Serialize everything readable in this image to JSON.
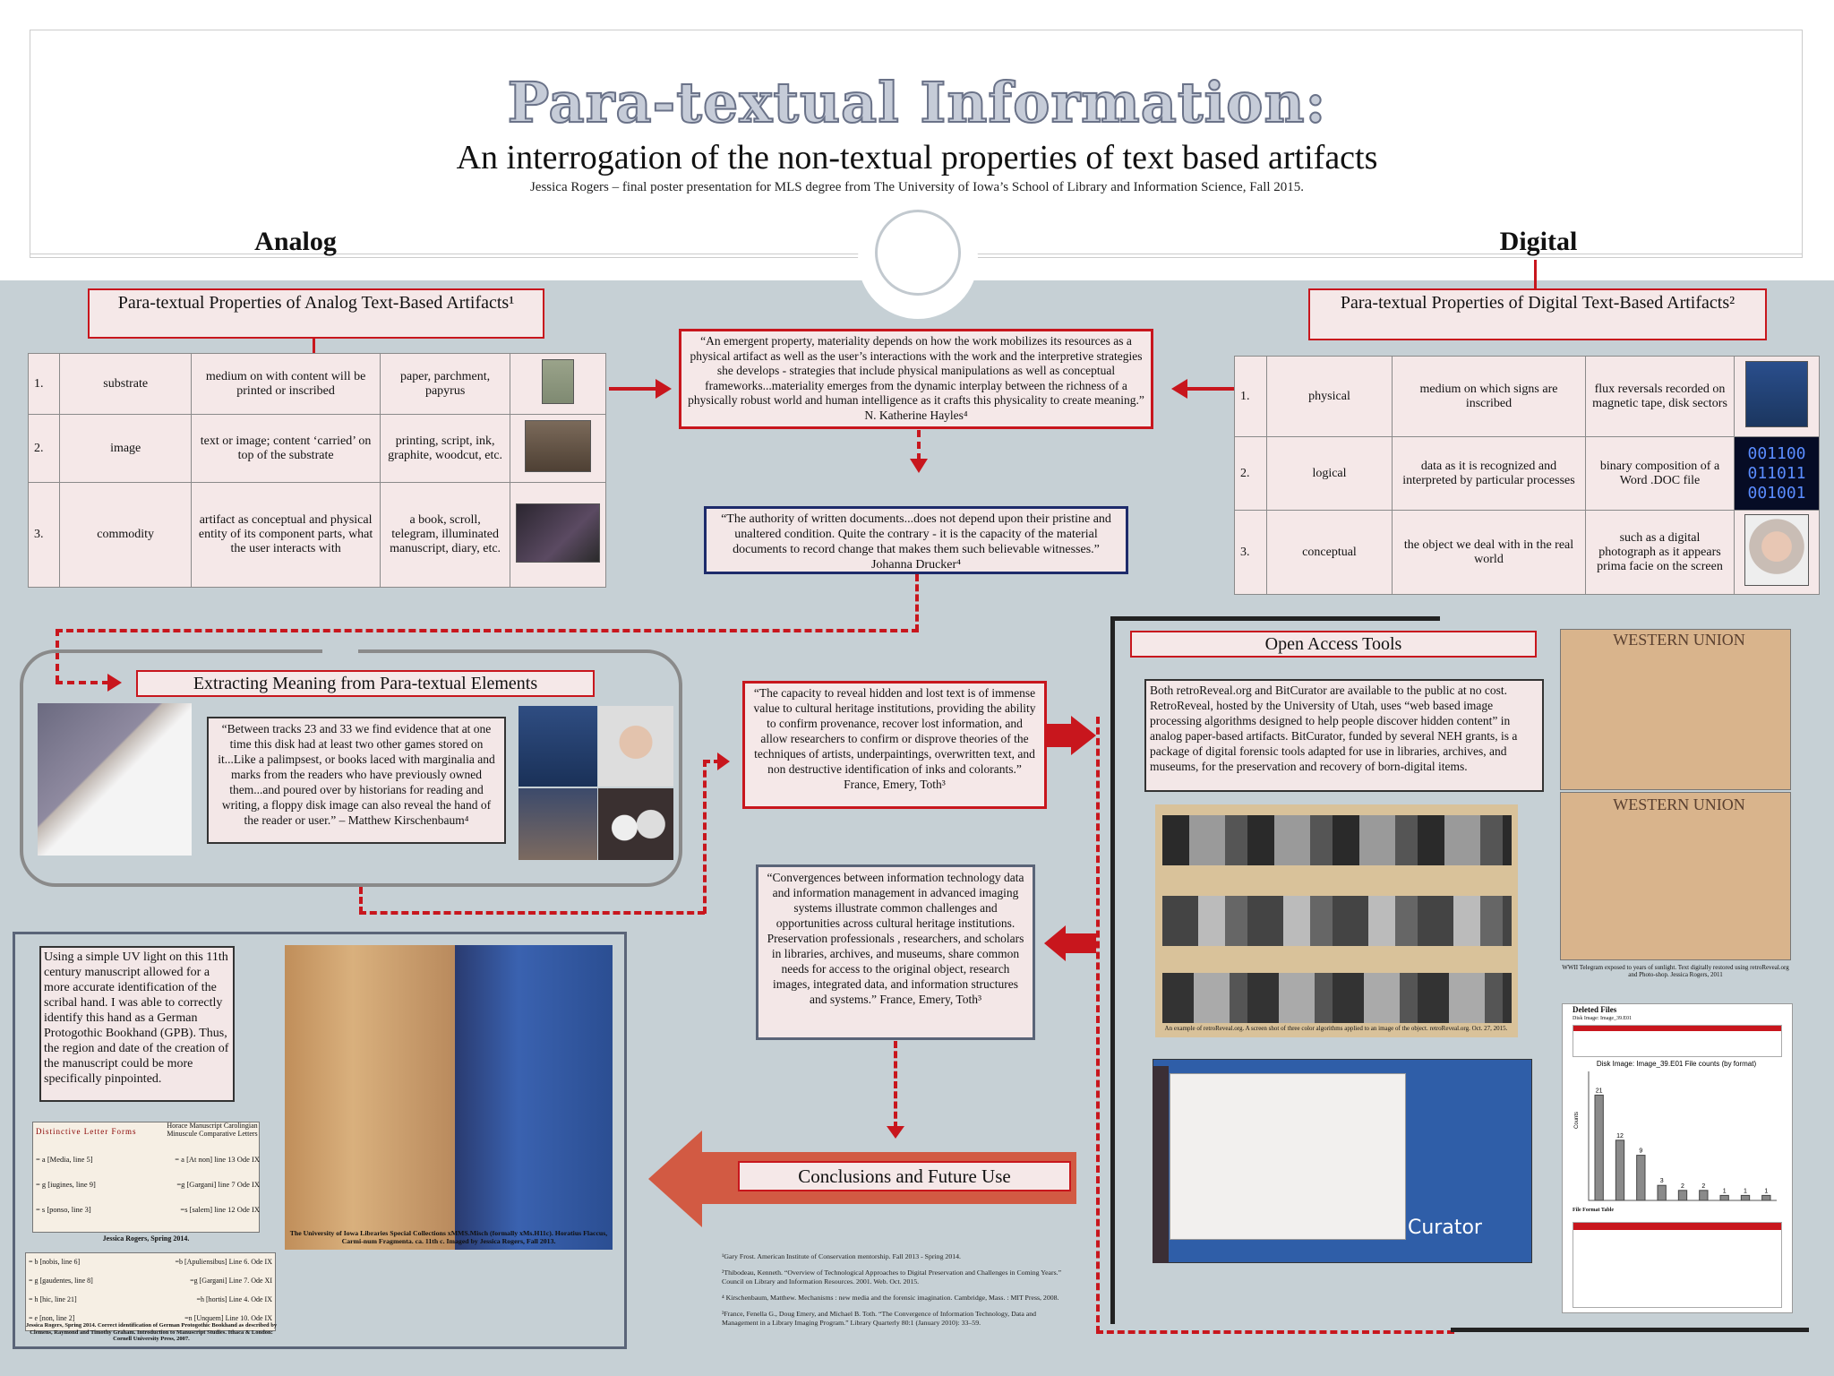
{
  "header": {
    "title": "Para-textual Information:",
    "subtitle": "An interrogation of the non-textual properties of text based artifacts",
    "byline": "Jessica Rogers – final poster presentation for MLS degree from The University of Iowa’s School of Library and Information Science, Fall 2015."
  },
  "analog": {
    "heading": "Analog",
    "box_title": "Para-textual Properties of Analog Text-Based Artifacts¹",
    "rows": [
      {
        "num": "1.",
        "name": "substrate",
        "desc": "medium  on with content will be printed or inscribed",
        "example": "paper, parchment, papyrus"
      },
      {
        "num": "2.",
        "name": "image",
        "desc": "text  or image; content ‘carried’ on top of the substrate",
        "example": "printing, script, ink, graphite, woodcut, etc."
      },
      {
        "num": "3.",
        "name": "commodity",
        "desc": "artifact as conceptual and physical entity of its component parts, what the user interacts with",
        "example": "a book, scroll, telegram, illuminated manuscript, diary, etc."
      }
    ]
  },
  "digital": {
    "heading": "Digital",
    "box_title": "Para-textual Properties of Digital Text-Based Artifacts²",
    "rows": [
      {
        "num": "1.",
        "name": "physical",
        "desc": "medium  on which signs are inscribed",
        "example": "flux reversals recorded on magnetic tape, disk sectors"
      },
      {
        "num": "2.",
        "name": "logical",
        "desc": "data as it is recognized and interpreted by particular processes",
        "example": "binary composition of a Word .DOC file"
      },
      {
        "num": "3.",
        "name": "conceptual",
        "desc": "the object we deal with in the real world",
        "example": "such as a digital photograph as it appears prima facie on the screen"
      }
    ],
    "binary_lines": [
      "001100",
      "011011",
      "001001"
    ]
  },
  "quotes": {
    "hayles": "“An emergent property, materiality depends on how the work mobilizes its resources as a physical artifact as well as the user’s interactions with the work and the interpretive strategies she develops - strategies that include physical manipulations as well as conceptual frameworks...materiality emerges from the dynamic interplay between the richness of a physically robust world and human intelligence as it crafts this physicality to create meaning.” N. Katherine Hayles⁴",
    "drucker": "“The authority of written documents...does not depend upon their pristine and unaltered condition. Quite the contrary - it is the capacity of the material documents to record change that makes them such believable witnesses.”  Johanna Drucker⁴",
    "kirschenbaum": "“Between tracks 23 and 33 we find evidence that at one time this disk had at least two other games stored on it...Like a palimpsest, or books laced with marginalia and marks from the readers who have previously owned them...and poured over by historians for reading and writing, a floppy disk image can also reveal the hand of the reader or user.” – Matthew Kirschenbaum⁴",
    "france1": "“The capacity to reveal hidden and lost text is of immense value to cultural heritage institutions, providing the ability to confirm provenance, recover lost information, and allow researchers to confirm or disprove theories of the techniques of artists, underpaintings, overwritten text, and non destructive identification of inks and colorants.” France, Emery, Toth³",
    "france2": "“Convergences between information technology data and information management in advanced imaging systems illustrate common challenges and opportunities across cultural heritage institutions. Preservation professionals , researchers, and scholars in libraries, archives, and museums, share common needs for access to the original object, research images, integrated data, and information structures and systems.” France, Emery, Toth³"
  },
  "sections": {
    "extracting": "Extracting Meaning from Para-textual Elements",
    "open_access": "Open Access Tools",
    "conclusions": "Conclusions and Future Use"
  },
  "open_access_text": "Both retroReveal.org and BitCurator are available to the public at  no cost.  RetroReveal, hosted by the University of Utah, uses “web based image processing algorithms designed to help people discover hidden content” in analog paper-based artifacts.  BitCurator, funded by several NEH grants, is a package of digital forensic tools adapted for use in libraries, archives, and museums, for the preservation and recovery of born-digital items.",
  "uv_text": "Using a simple UV light  on this 11th century manuscript allowed for a more accurate identification of the scribal hand. I was able to correctly identify this hand as a German Protogothic Bookhand (GPB). Thus, the region and date of the creation of the manuscript could be more specifically pinpointed.",
  "captions": {
    "manuscript": "The University of Iowa Libraries Special Collections xMMS.Misch (formally xMs.H11c). Horatius Flaccus, Carmi-num Fragmenta. ca. 11th c. Imaged by Jessica Rogers, Fall 2013.",
    "retro": "An example of retroReveal.org. A screen shot of three color algorithms applied to an image of the object. retroReveal.org. Oct. 27, 2015.",
    "telegram": "WWII Telegram exposed to years of sunlight. Text digitally restored using retroReveal.org and Photo-shop. Jessica Rogers, 2011",
    "letters1": "Jessica Rogers, Spring 2014.",
    "letters2": "Jessica Rogers, Spring 2014. Correct identification of German Protogothic Bookhand as described by Clemens, Raymond and Timothy Graham. Introduction to Manuscript Studies. Ithaca & London: Cornell University Press, 2007."
  },
  "letter_table": {
    "title": "Distinctive Letter Forms",
    "header": "Horace Manuscript Carolingian Minuscule Comparative Letters",
    "rows1": [
      {
        "form": "= a [Media, line 5]",
        "ref": "= a [At non] line 13 Ode IX"
      },
      {
        "form": "= g [iugines, line 9]",
        "ref": "=g [Gargani] line 7 Ode IX"
      },
      {
        "form": "= s [ponso, line 3]",
        "ref": "=s [salem] line 12 Ode IX"
      }
    ],
    "rows2": [
      {
        "form": "= b [nobis, line 6]",
        "ref": "=b [Apuliensibus] Line 6. Ode IX"
      },
      {
        "form": "= g [gaudentes, line 8]",
        "ref": "=g [Gargani] Line 7. Ode XI"
      },
      {
        "form": "= h [hic, line 21]",
        "ref": "=h [hortis] Line 4. Ode IX"
      },
      {
        "form": "= e [non, line 2]",
        "ref": "=n [Unquem] Line 10. Ode IX"
      }
    ]
  },
  "telegram_label": "WESTERN UNION",
  "deleted_files": {
    "title": "Deleted Files",
    "subtitle": "Disk Image: Image_39.E01",
    "chart_title": "Disk Image: Image_39.E01 File counts (by format)",
    "table_title": "File Format Table"
  },
  "chart_data": {
    "type": "bar",
    "title": "Disk Image: Image_39.E01 File counts (by format)",
    "ylabel": "Counts",
    "values": [
      21,
      12,
      9,
      3,
      2,
      2,
      1,
      1,
      1
    ],
    "ylim": [
      0,
      25
    ]
  },
  "bitcurator_label": "Curator",
  "references": [
    "¹Gary Frost. American Institute of Conservation mentorship. Fall 2013 - Spring 2014.",
    "²Thibodeau, Kenneth. “Overview of Technological Approaches to Digital Preservation and Challenges in Coming Years.” Council on Library and Information Resources. 2001. Web. Oct. 2015.",
    "⁴ Kirschenbaum, Matthew. Mechanisms : new media and the forensic imagination. Cambridge, Mass. : MIT Press, 2008.",
    "³France, Fenella G., Doug Emery, and Michael B. Toth. “The Convergence of Information Technology, Data and Management in a Library Imaging Program.” Library Quarterly 80:1 (January 2010): 33–59."
  ],
  "colors": {
    "accent_red": "#c8161d",
    "navy": "#1d2b6b",
    "panel": "#c6d0d5",
    "conclusion_arrow": "#d25a43"
  }
}
